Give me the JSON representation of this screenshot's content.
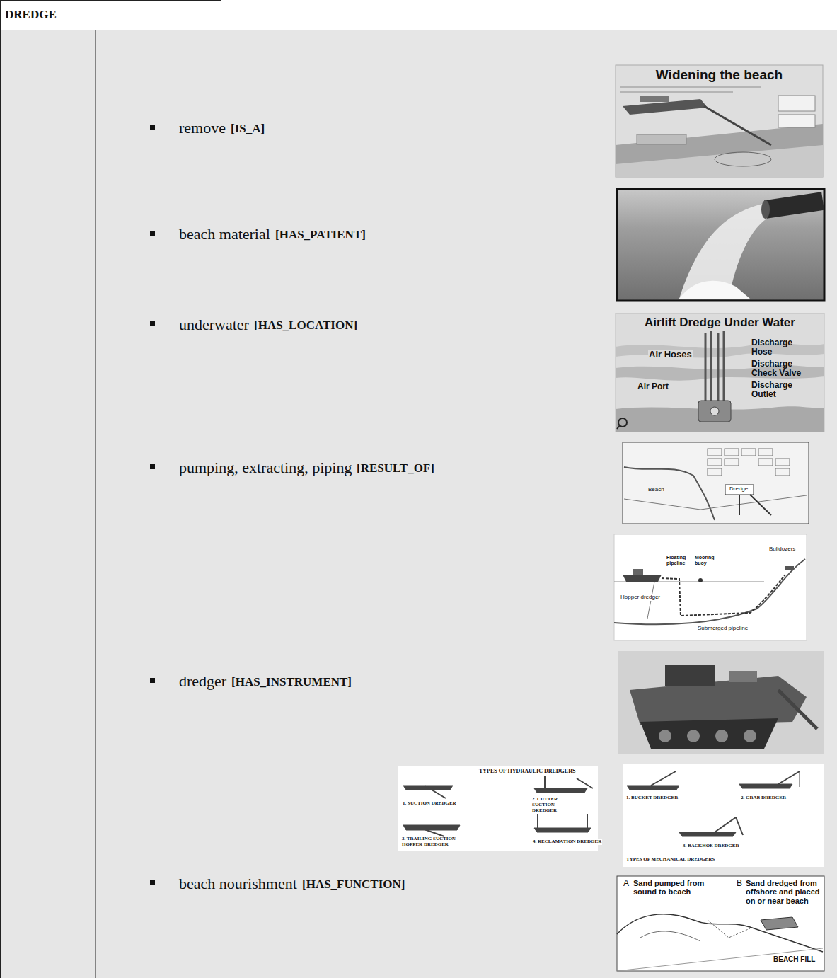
{
  "diagram": {
    "nodes": [
      {
        "text": [
          "DREDGE"
        ]
      },
      {
        "text": [
          "remove",
          "[IS_A]",
          "beach material",
          "[HAS_PATIENT]",
          "underwater",
          "[HAS_LOCATION]",
          "pumping, extracting, piping",
          "[RESULT_OF]",
          "dredger",
          "[HAS_INSTRUMENT]",
          "beach nourishment",
          "[HAS_FUNCTION]"
        ]
      }
    ],
    "labels": [
      "Widening the beach",
      "Airlift Dredge Under Water",
      "Air Hoses",
      "Air Port",
      "Discharge Hose",
      "Discharge Check Valve",
      "Discharge Outlet",
      "Dredge",
      "Beach",
      "Hopper dredger",
      "Floating pipeline",
      "Mooring buoy",
      "Submerged pipeline",
      "Bulldozers",
      "TYPES OF HYDRAULIC DREDGERS",
      "1. SUCTION DREDGER",
      "2. CUTTER SUCTION DREDGER",
      "3. TRAILING SUCTION HOPPER DREDGER",
      "4. RECLAMATION DREDGER",
      "1. BUCKET DREDGER",
      "2. GRAB DREDGER",
      "3. BACKHOE DREDGER",
      "TYPES OF MECHANICAL DREDGERS",
      "A",
      "Sand pumped from sound to beach",
      "B",
      "Sand dredged from offshore and placed on or near beach",
      "BEACH FILL"
    ]
  }
}
